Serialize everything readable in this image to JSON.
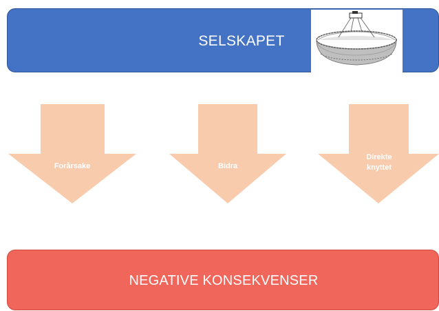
{
  "top": {
    "label": "SELSKAPET"
  },
  "arrows": [
    {
      "label": "Forårsake"
    },
    {
      "label": "Bidra"
    },
    {
      "label": "Direkte\nknyttet"
    }
  ],
  "bottom": {
    "label": "NEGATIVE KONSEKVENSER"
  },
  "colors": {
    "top": "#4472c4",
    "arrow": "#f8cbad",
    "bottom": "#f0665a"
  },
  "image": {
    "icon": "fish-net-pen-icon"
  }
}
